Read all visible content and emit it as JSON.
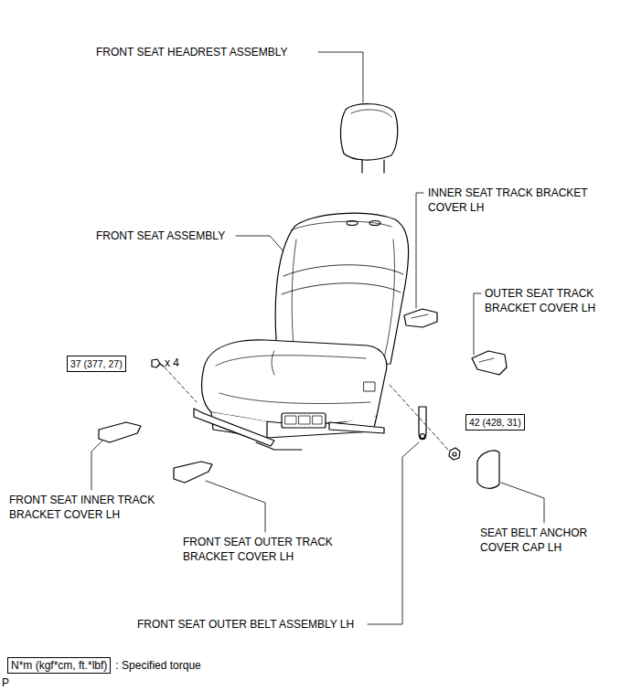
{
  "diagram": {
    "nodes": [
      {
        "text": [
          "37 (377, 27)"
        ]
      },
      {
        "text": [
          "42 (428, 31)"
        ]
      },
      {
        "text": [
          "N*m (kgf*cm, ft.*lbf)"
        ]
      }
    ],
    "edges": [],
    "labels": [
      "FRONT SEAT HEADREST ASSEMBLY",
      "INNER SEAT TRACK BRACKET COVER LH",
      "FRONT SEAT ASSEMBLY",
      "OUTER SEAT TRACK BRACKET COVER LH",
      "x 4",
      "FRONT SEAT INNER TRACK BRACKET COVER LH",
      "FRONT SEAT OUTER TRACK BRACKET COVER LH",
      "SEAT BELT ANCHOR COVER CAP LH",
      "FRONT SEAT OUTER BELT ASSEMBLY LH",
      "P"
    ],
    "legend": [
      {
        "text": ": Specified torque"
      }
    ]
  }
}
